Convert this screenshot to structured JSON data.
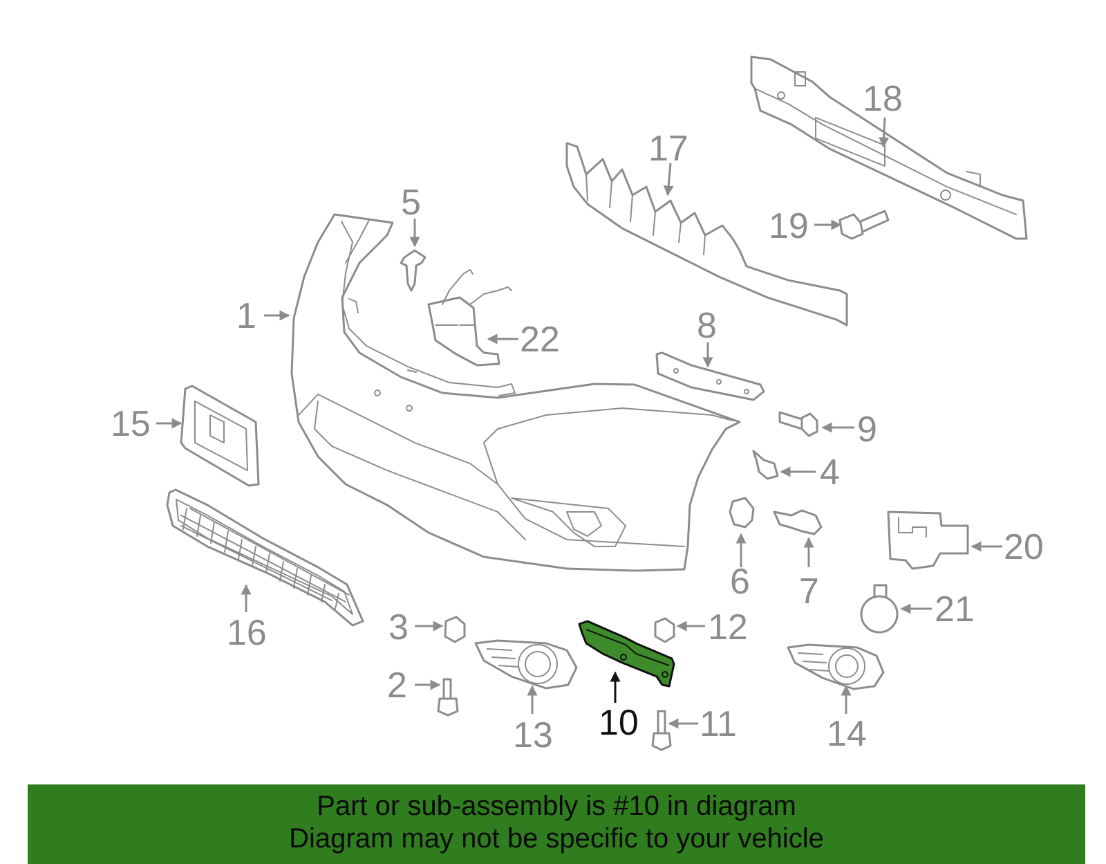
{
  "diagram": {
    "highlighted_part": "10",
    "highlight_color": "#3d8b2a",
    "part_color": "#8c8c8c",
    "callouts": [
      {
        "id": "1",
        "label": "1"
      },
      {
        "id": "2",
        "label": "2"
      },
      {
        "id": "3",
        "label": "3"
      },
      {
        "id": "4",
        "label": "4"
      },
      {
        "id": "5",
        "label": "5"
      },
      {
        "id": "6",
        "label": "6"
      },
      {
        "id": "7",
        "label": "7"
      },
      {
        "id": "8",
        "label": "8"
      },
      {
        "id": "9",
        "label": "9"
      },
      {
        "id": "10",
        "label": "10"
      },
      {
        "id": "11",
        "label": "11"
      },
      {
        "id": "12",
        "label": "12"
      },
      {
        "id": "13",
        "label": "13"
      },
      {
        "id": "14",
        "label": "14"
      },
      {
        "id": "15",
        "label": "15"
      },
      {
        "id": "16",
        "label": "16"
      },
      {
        "id": "17",
        "label": "17"
      },
      {
        "id": "18",
        "label": "18"
      },
      {
        "id": "19",
        "label": "19"
      },
      {
        "id": "20",
        "label": "20"
      },
      {
        "id": "21",
        "label": "21"
      },
      {
        "id": "22",
        "label": "22"
      }
    ]
  },
  "banner": {
    "line1": "Part or sub-assembly is #10 in diagram",
    "line2": "Diagram may not be specific to your vehicle",
    "background": "#2f7d1f"
  }
}
